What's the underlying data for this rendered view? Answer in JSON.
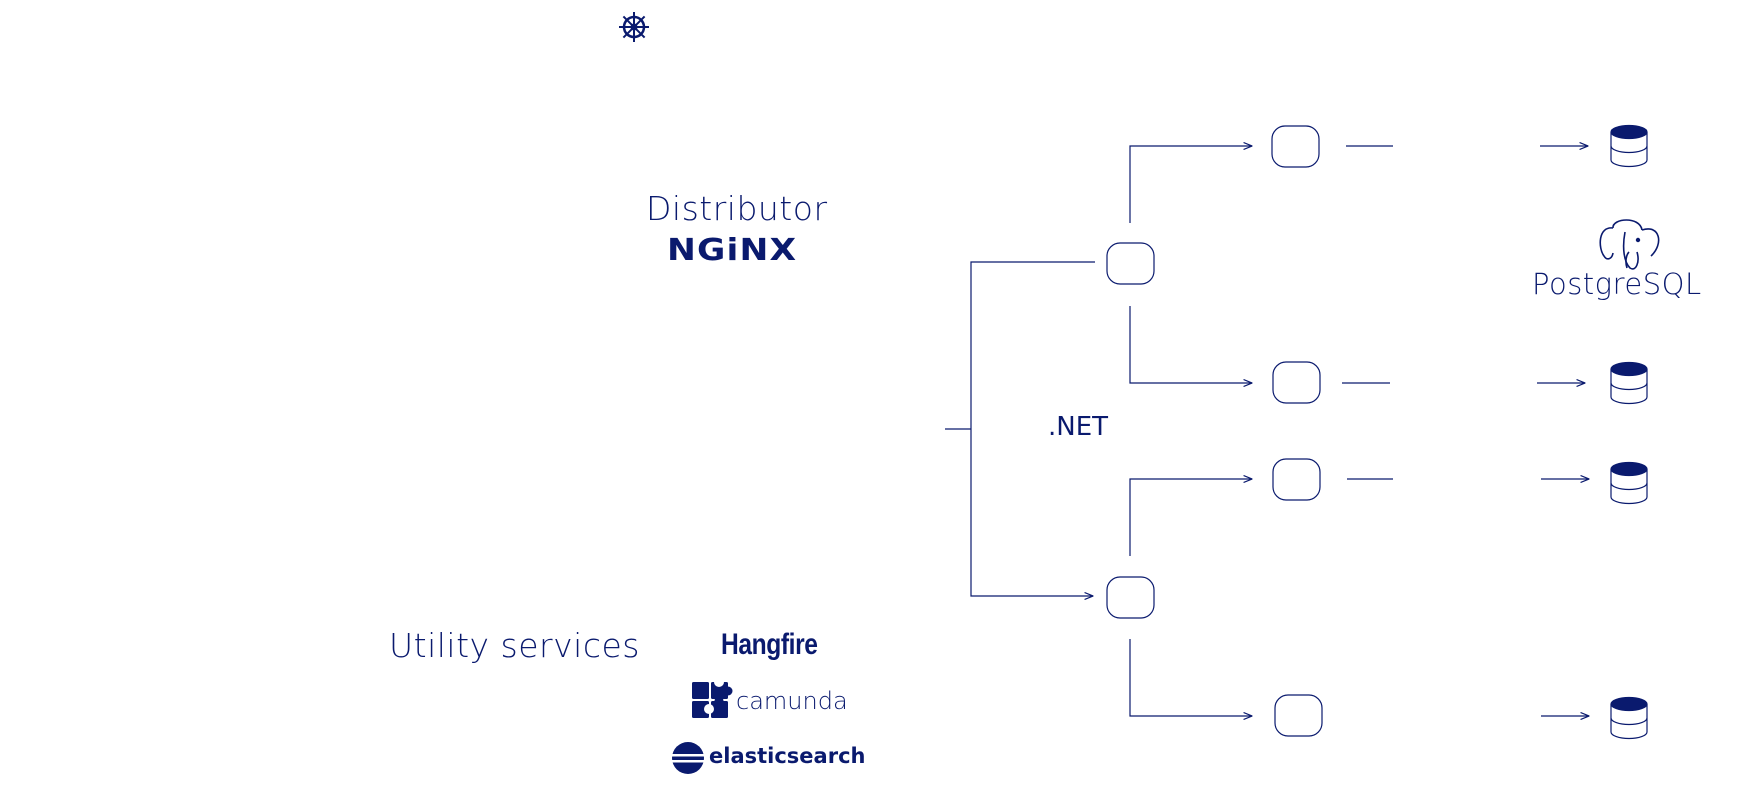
{
  "colors": {
    "primary": "#0a1a6e",
    "background": "#ffffff"
  },
  "labels": {
    "distributor": "Distributor",
    "nginx": "NGiNX",
    "dotnet": ".NET",
    "utility_services": "Utility services",
    "hangfire": "Hangfire",
    "camunda": "camunda",
    "elasticsearch": "elasticsearch",
    "postgresql": "PostgreSQL"
  },
  "icons": {
    "top": "kubernetes-helm-icon",
    "camunda": "camunda-puzzle-icon",
    "elasticsearch": "elasticsearch-icon",
    "postgresql": "postgresql-elephant-icon",
    "database": "database-cylinder-icon"
  }
}
